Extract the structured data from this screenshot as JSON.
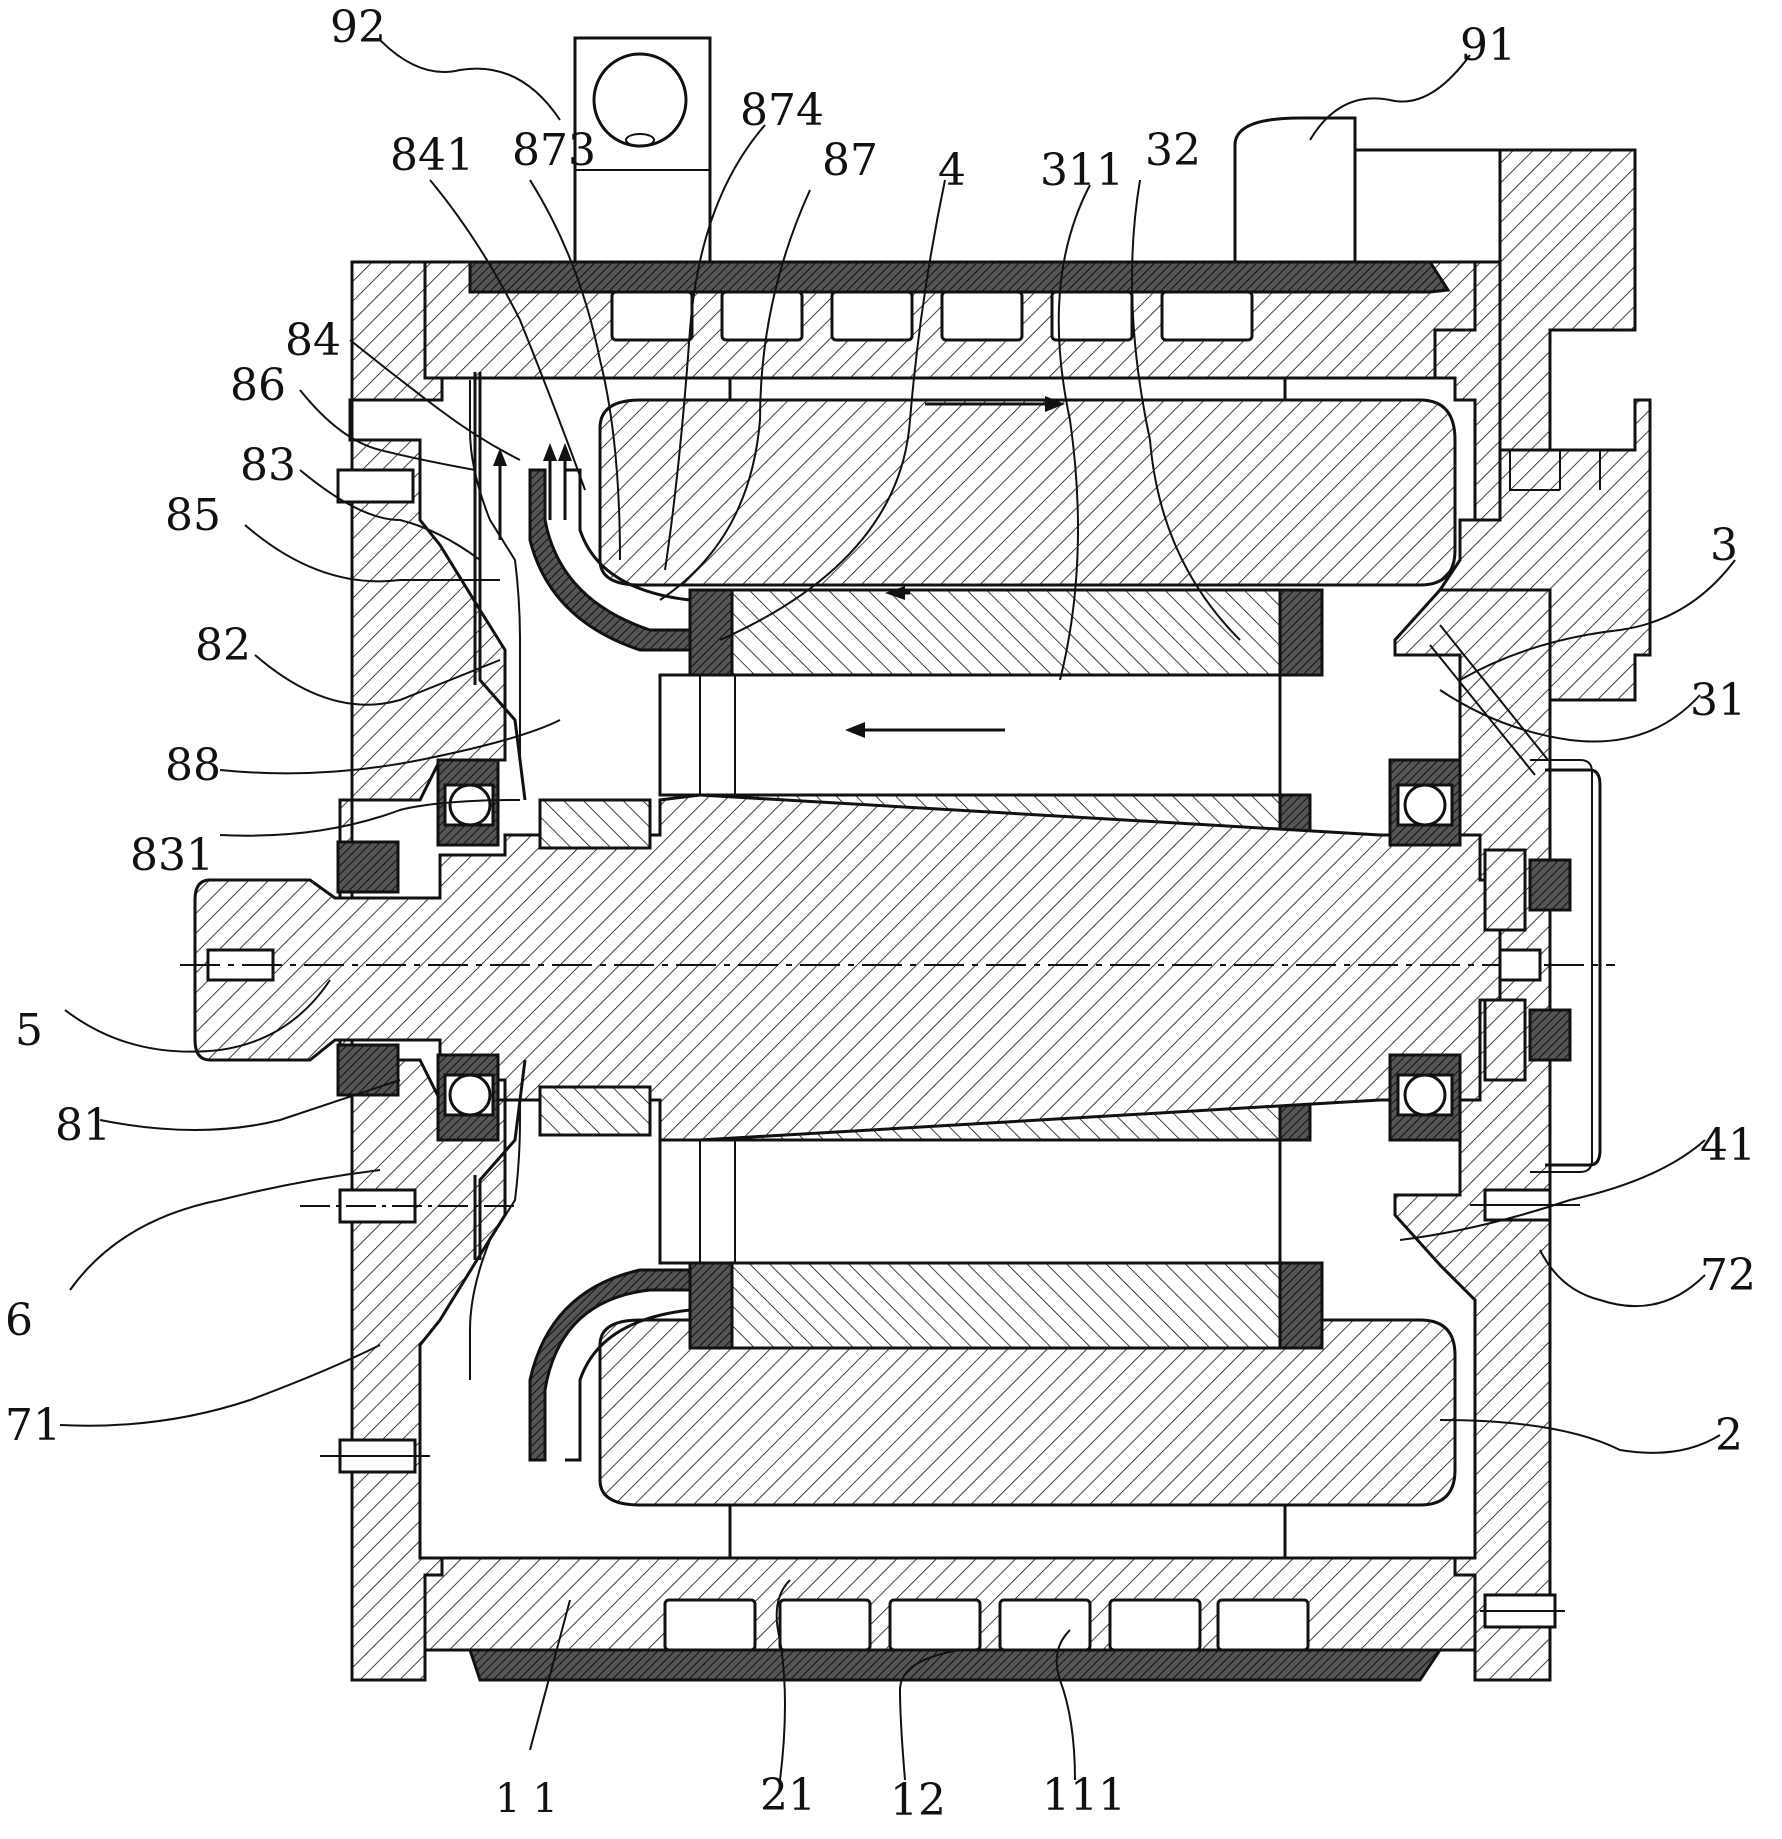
{
  "labels": {
    "l92": "92",
    "l91": "91",
    "l841": "841",
    "l873": "873",
    "l874": "874",
    "l87": "87",
    "l4": "4",
    "l311": "311",
    "l32": "32",
    "l84": "84",
    "l86": "86",
    "l83": "83",
    "l85": "85",
    "l82": "82",
    "l88": "88",
    "l831": "831",
    "l5": "5",
    "l81": "81",
    "l6": "6",
    "l71": "71",
    "l3": "3",
    "l31": "31",
    "l41": "41",
    "l72": "72",
    "l2": "2",
    "l11": "11",
    "l21": "21",
    "l12": "12",
    "l111": "111"
  }
}
